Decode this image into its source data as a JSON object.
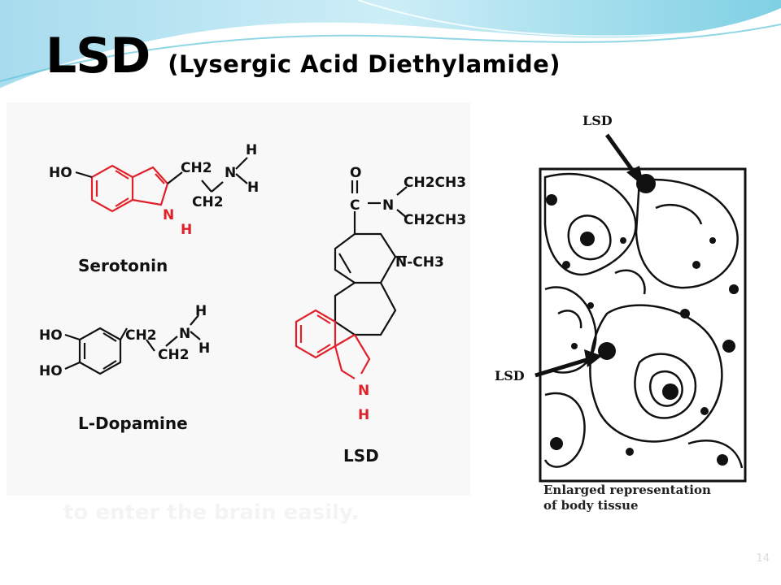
{
  "slide": {
    "title_main": "LSD",
    "title_sub": "(Lysergic Acid Diethylamide)",
    "faint_text": "to enter the brain easily.",
    "slide_number": "14"
  },
  "molecules": {
    "serotonin": {
      "name": "Serotonin",
      "ho": "HO",
      "ch2_top": "CH2",
      "ch2_bottom": "CH2",
      "n": "N",
      "nh_n": "N",
      "h_ring": "H",
      "h_top": "H",
      "h_right": "H"
    },
    "dopamine": {
      "name": "L-Dopamine",
      "ho_top": "HO",
      "ho_bottom": "HO",
      "ch2_top": "CH2",
      "ch2_bottom": "CH2",
      "n": "N",
      "h_top": "H",
      "h_right": "H"
    },
    "lsd": {
      "name": "LSD",
      "o": "O",
      "c": "C",
      "n_amide": "N",
      "ethyl_top": "CH2CH3",
      "ethyl_bottom": "CH2CH3",
      "n_methyl": "N-CH3",
      "n_indole": "N",
      "h_indole": "H"
    }
  },
  "tissue": {
    "label_top": "LSD",
    "label_left": "LSD",
    "caption_line1": "Enlarged representation",
    "caption_line2": "of body tissue"
  },
  "colors": {
    "ring_red": "#e0202a",
    "wave_light": "#bfe6f3",
    "wave_teal": "#5fc4dc"
  }
}
